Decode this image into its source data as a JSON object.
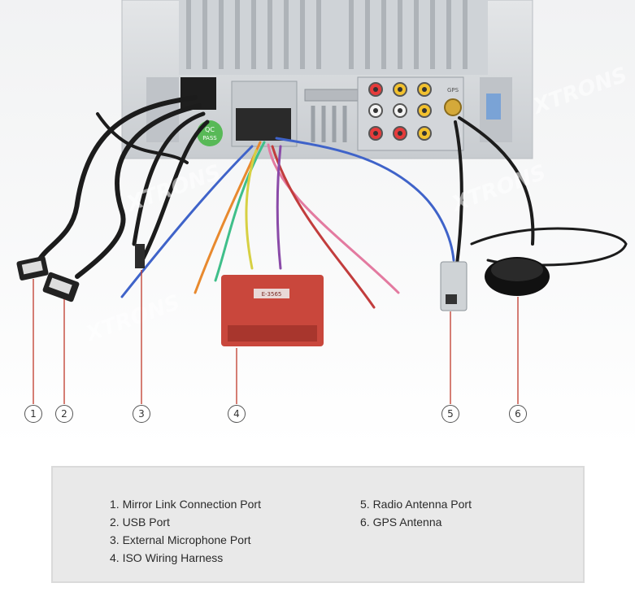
{
  "callouts": [
    "1",
    "2",
    "3",
    "4",
    "5",
    "6"
  ],
  "labels": {
    "brand": "XTRONS",
    "gps_port": "GPS",
    "qc_badge_line1": "QC",
    "qc_badge_line2": "PASS",
    "harness_tag": "E-3565"
  },
  "legend": {
    "left": [
      "1. Mirror Link Connection Port",
      "2. USB Port",
      "3. External Microphone Port",
      "4. ISO Wiring Harness"
    ],
    "right": [
      "5. Radio Antenna Port",
      "6. GPS Antenna"
    ]
  },
  "colors": {
    "unit_body": "#d9dcdf",
    "cable_black": "#1c1c1c",
    "harness_red": "#c9473c",
    "qc_green": "#58b957",
    "callout_line": "#c0392b"
  }
}
